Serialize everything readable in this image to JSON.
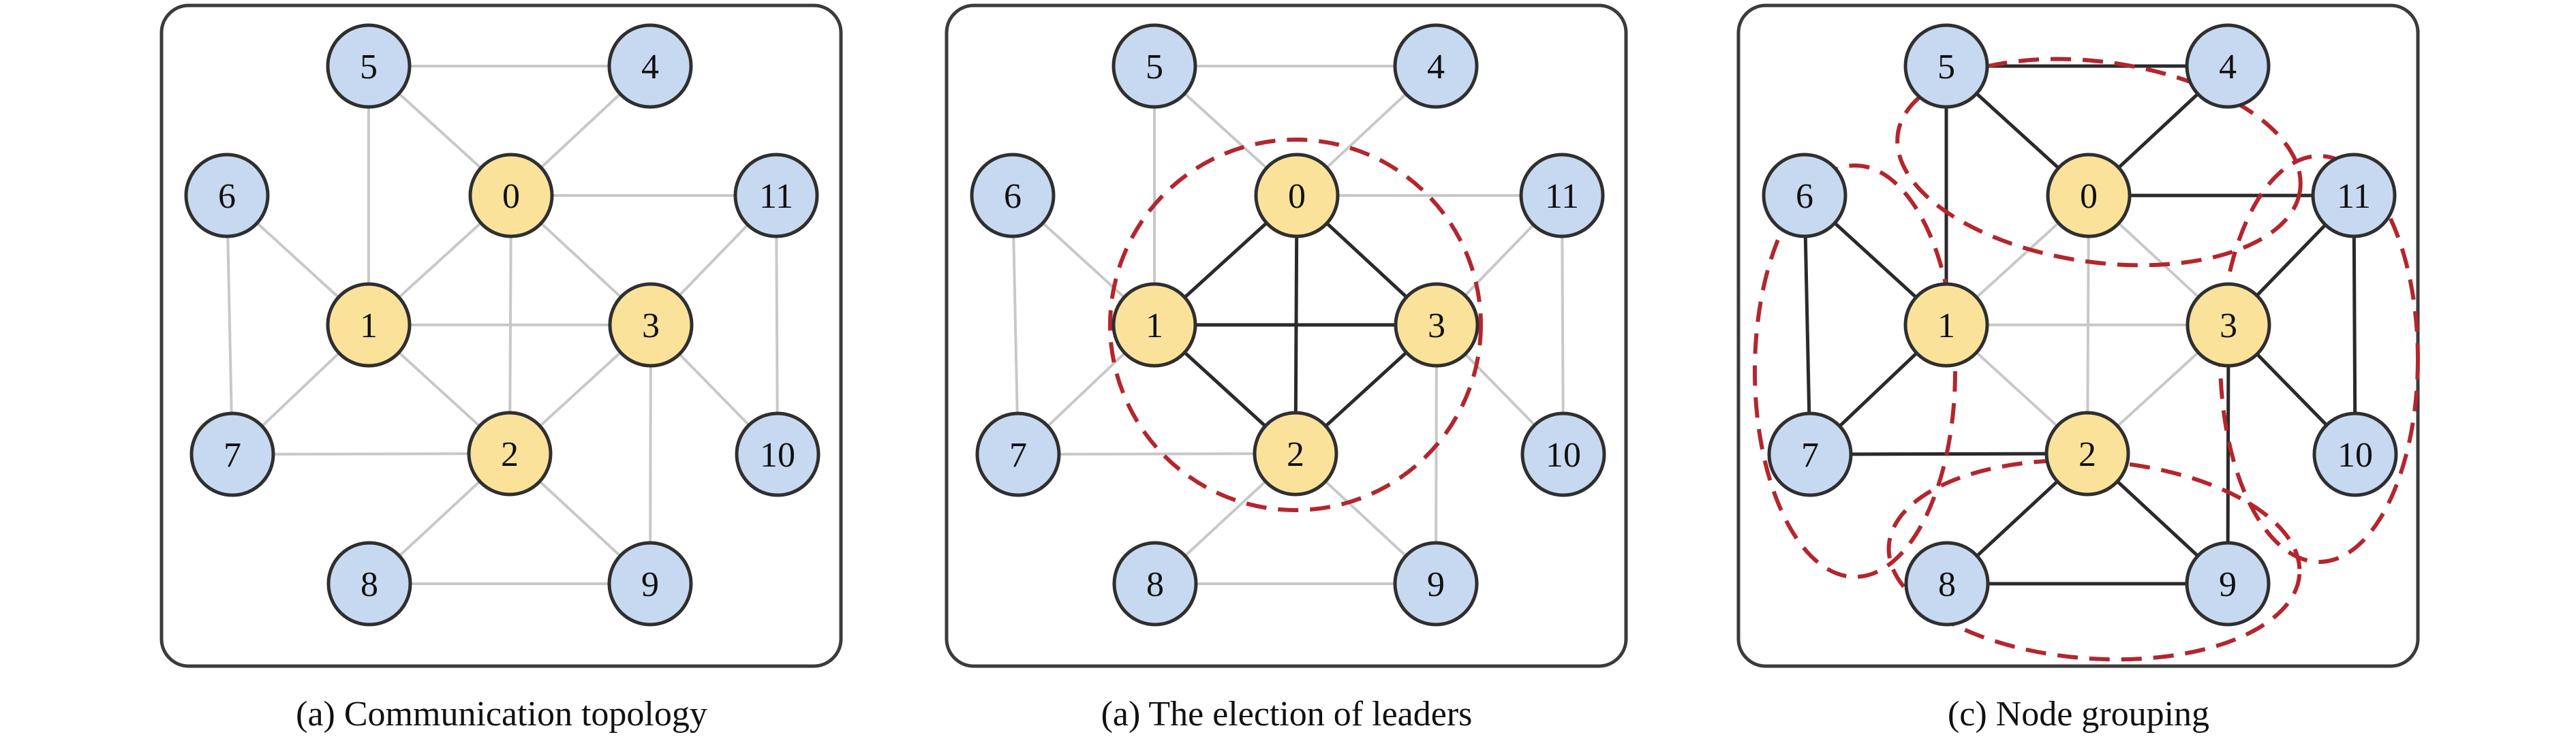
{
  "colors": {
    "leader_fill": "#fbe29b",
    "follower_fill": "#c7d9f0",
    "edge_light": "#c8c8c8",
    "edge_dark": "#2a2a2a",
    "group_ring": "#b3262d"
  },
  "nodes": [
    {
      "id": "0",
      "label": "0",
      "role": "leader"
    },
    {
      "id": "1",
      "label": "1",
      "role": "leader"
    },
    {
      "id": "2",
      "label": "2",
      "role": "leader"
    },
    {
      "id": "3",
      "label": "3",
      "role": "leader"
    },
    {
      "id": "4",
      "label": "4",
      "role": "follower"
    },
    {
      "id": "5",
      "label": "5",
      "role": "follower"
    },
    {
      "id": "6",
      "label": "6",
      "role": "follower"
    },
    {
      "id": "7",
      "label": "7",
      "role": "follower"
    },
    {
      "id": "8",
      "label": "8",
      "role": "follower"
    },
    {
      "id": "9",
      "label": "9",
      "role": "follower"
    },
    {
      "id": "10",
      "label": "10",
      "role": "follower"
    },
    {
      "id": "11",
      "label": "11",
      "role": "follower"
    }
  ],
  "edges": [
    [
      "5",
      "4"
    ],
    [
      "5",
      "0"
    ],
    [
      "4",
      "0"
    ],
    [
      "5",
      "1"
    ],
    [
      "0",
      "11"
    ],
    [
      "0",
      "1"
    ],
    [
      "0",
      "3"
    ],
    [
      "0",
      "2"
    ],
    [
      "1",
      "3"
    ],
    [
      "1",
      "2"
    ],
    [
      "2",
      "3"
    ],
    [
      "6",
      "1"
    ],
    [
      "6",
      "7"
    ],
    [
      "1",
      "7"
    ],
    [
      "7",
      "2"
    ],
    [
      "11",
      "3"
    ],
    [
      "11",
      "10"
    ],
    [
      "3",
      "10"
    ],
    [
      "3",
      "9"
    ],
    [
      "2",
      "8"
    ],
    [
      "2",
      "9"
    ],
    [
      "8",
      "9"
    ]
  ],
  "panels": [
    {
      "id": "a",
      "caption": "(a) Communication topology",
      "dark_edges": [],
      "groups": []
    },
    {
      "id": "b",
      "caption": "(a) The election of leaders",
      "dark_edges": [
        [
          "0",
          "1"
        ],
        [
          "0",
          "3"
        ],
        [
          "0",
          "2"
        ],
        [
          "1",
          "3"
        ],
        [
          "1",
          "2"
        ],
        [
          "2",
          "3"
        ]
      ],
      "groups": [
        {
          "id": "leaders",
          "members": [
            "0",
            "1",
            "2",
            "3"
          ]
        }
      ]
    },
    {
      "id": "c",
      "caption": "(c) Node grouping",
      "dark_edges": [
        [
          "5",
          "4"
        ],
        [
          "5",
          "0"
        ],
        [
          "4",
          "0"
        ],
        [
          "5",
          "1"
        ],
        [
          "0",
          "11"
        ],
        [
          "6",
          "1"
        ],
        [
          "6",
          "7"
        ],
        [
          "1",
          "7"
        ],
        [
          "7",
          "2"
        ],
        [
          "11",
          "3"
        ],
        [
          "11",
          "10"
        ],
        [
          "3",
          "10"
        ],
        [
          "3",
          "9"
        ],
        [
          "2",
          "8"
        ],
        [
          "2",
          "9"
        ],
        [
          "8",
          "9"
        ]
      ],
      "groups": [
        {
          "id": "group-top",
          "members": [
            "0",
            "4",
            "5"
          ]
        },
        {
          "id": "group-left",
          "members": [
            "1",
            "6",
            "7"
          ]
        },
        {
          "id": "group-right",
          "members": [
            "3",
            "10",
            "11"
          ]
        },
        {
          "id": "group-bottom",
          "members": [
            "2",
            "8",
            "9"
          ]
        }
      ]
    }
  ]
}
